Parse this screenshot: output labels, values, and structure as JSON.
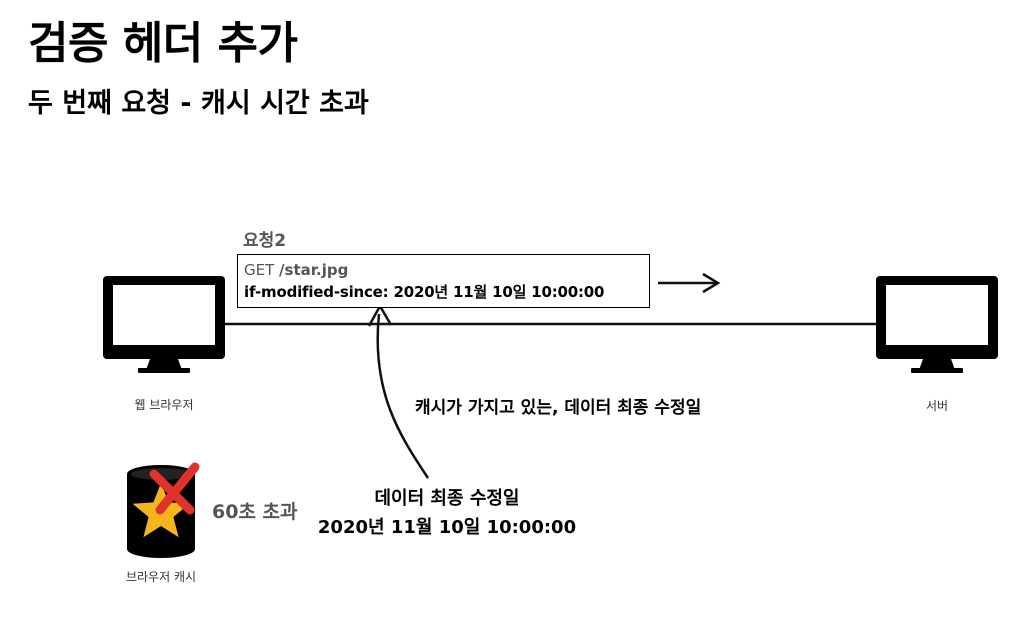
{
  "title": "검증 헤더 추가",
  "subtitle": "두 번째 요청 - 캐시 시간 초과",
  "request": {
    "label": "요청2",
    "method": "GET",
    "path": "/star.jpg",
    "header_line": "if-modified-since: 2020년 11월 10일 10:00:00"
  },
  "client": {
    "label": "웹 브라우저"
  },
  "server": {
    "label": "서버"
  },
  "cache": {
    "label": "브라우저 캐시",
    "age_text": "60초 초과"
  },
  "annotation": "캐시가 가지고 있는, 데이터 최종 수정일",
  "last_modified": {
    "label": "데이터 최종 수정일",
    "value": "2020년 11월 10일 10:00:00"
  },
  "colors": {
    "text": "#000000",
    "muted_text": "#555555",
    "star": "#f5b51d",
    "cross": "#e0312a"
  }
}
